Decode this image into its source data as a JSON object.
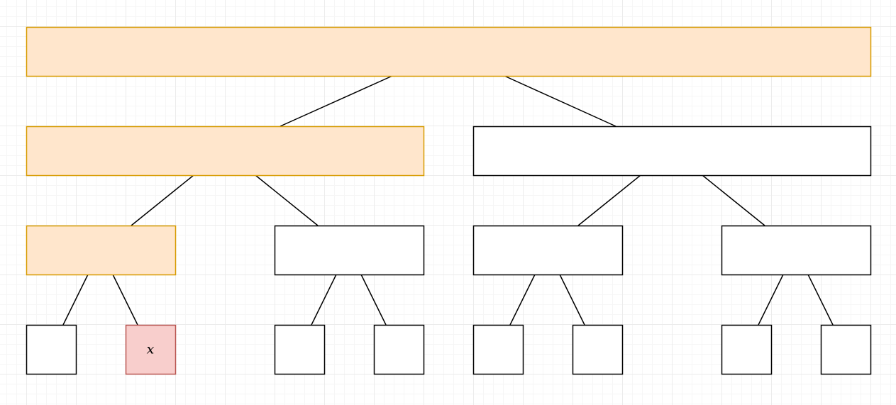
{
  "colors": {
    "highlight_fill": "#ffe6cc",
    "highlight_stroke": "#d79b00",
    "target_fill": "#f8cecc",
    "target_stroke": "#b85450",
    "plain_fill": "#ffffff",
    "plain_stroke": "#000000",
    "edge": "#000000"
  },
  "nodes": [
    {
      "id": "n1",
      "style": "highlight",
      "label": ""
    },
    {
      "id": "n2",
      "style": "highlight",
      "label": ""
    },
    {
      "id": "n3",
      "style": "plain",
      "label": ""
    },
    {
      "id": "n4",
      "style": "highlight",
      "label": ""
    },
    {
      "id": "n5",
      "style": "plain",
      "label": ""
    },
    {
      "id": "n6",
      "style": "plain",
      "label": ""
    },
    {
      "id": "n7",
      "style": "plain",
      "label": ""
    },
    {
      "id": "n8",
      "style": "plain",
      "label": ""
    },
    {
      "id": "n9",
      "style": "target",
      "label": "x"
    },
    {
      "id": "n10",
      "style": "plain",
      "label": ""
    },
    {
      "id": "n11",
      "style": "plain",
      "label": ""
    },
    {
      "id": "n12",
      "style": "plain",
      "label": ""
    },
    {
      "id": "n13",
      "style": "plain",
      "label": ""
    },
    {
      "id": "n14",
      "style": "plain",
      "label": ""
    },
    {
      "id": "n15",
      "style": "plain",
      "label": ""
    }
  ],
  "edges": [
    {
      "from": "n1",
      "to": "n2"
    },
    {
      "from": "n1",
      "to": "n3"
    },
    {
      "from": "n2",
      "to": "n4"
    },
    {
      "from": "n2",
      "to": "n5"
    },
    {
      "from": "n3",
      "to": "n6"
    },
    {
      "from": "n3",
      "to": "n7"
    },
    {
      "from": "n4",
      "to": "n8"
    },
    {
      "from": "n4",
      "to": "n9"
    },
    {
      "from": "n5",
      "to": "n10"
    },
    {
      "from": "n5",
      "to": "n11"
    },
    {
      "from": "n6",
      "to": "n12"
    },
    {
      "from": "n6",
      "to": "n13"
    },
    {
      "from": "n7",
      "to": "n14"
    },
    {
      "from": "n7",
      "to": "n15"
    }
  ]
}
